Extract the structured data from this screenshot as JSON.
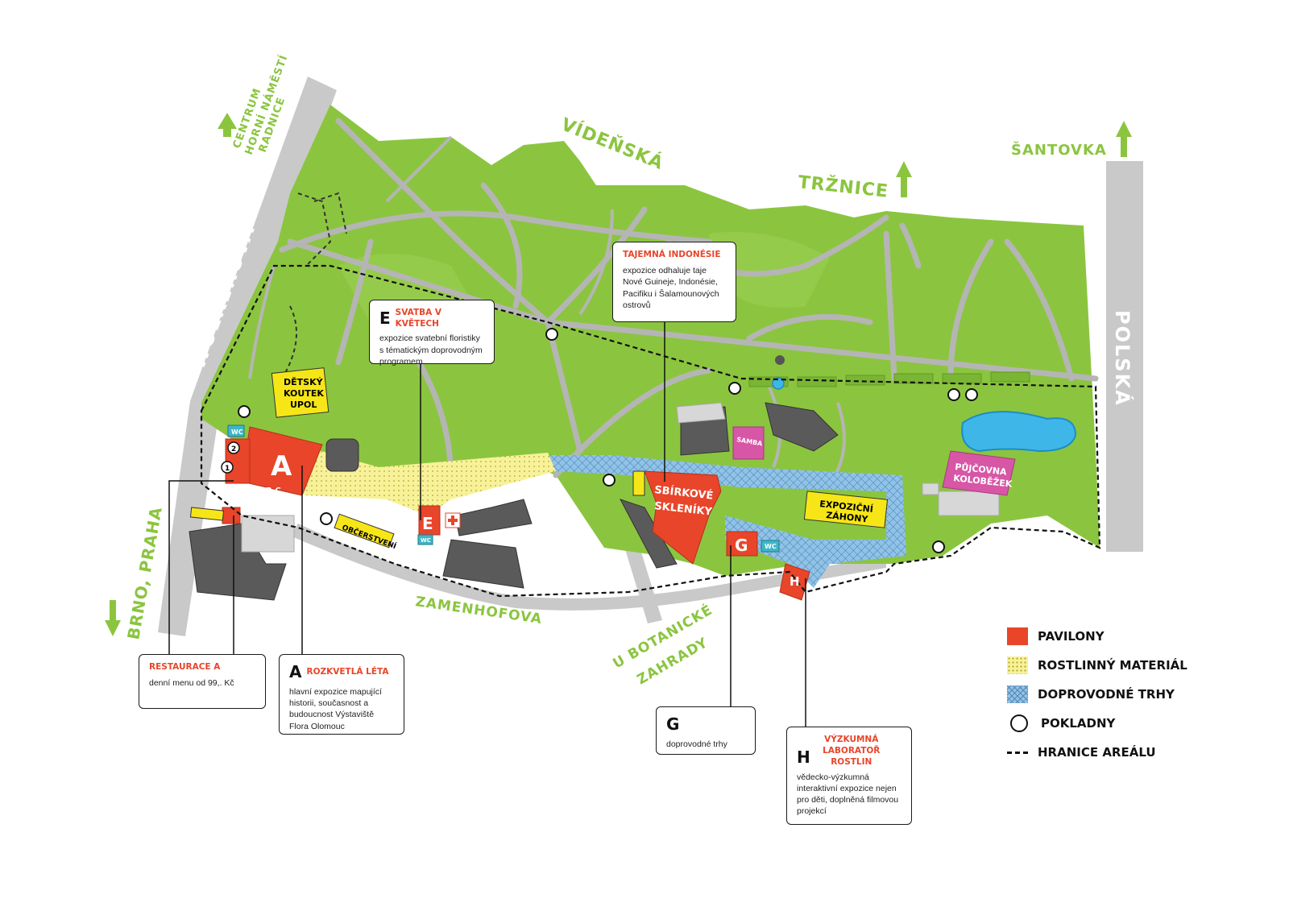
{
  "streets": {
    "wolkerova": "WOLKEROVA",
    "polska": "POLSKÁ",
    "videnska": "VÍDEŇSKÁ",
    "zamenhofova": "ZAMENHOFOVA",
    "u_botanicke_1": "U BOTANICKÉ",
    "u_botanicke_2": "ZAHRADY"
  },
  "directions": {
    "centrum_1": "CENTRUM",
    "centrum_2": "HORNÍ NÁMĚSTÍ",
    "centrum_3": "RADNICE",
    "trznice": "TRŽNICE",
    "santovka": "ŠANTOVKA",
    "brno": "BRNO, PRAHA"
  },
  "buildings": {
    "a_letter": "A",
    "bc": "B,C",
    "e_letter": "E",
    "g_letter": "G",
    "h_letter": "H",
    "skleniky_1": "SBÍRKOVÉ",
    "skleniky_2": "SKLENÍKY",
    "detsky_1": "DĚTSKÝ",
    "detsky_2": "KOUTEK",
    "detsky_3": "UPOL",
    "expozicni_1": "EXPOZIČNÍ",
    "expozicni_2": "ZÁHONY",
    "obcerstveni": "OBČERSTVENÍ",
    "samba": "SAMBA",
    "pujcovna_1": "PŮJČOVNA",
    "pujcovna_2": "KOLOBĚŽEK",
    "wc": "WC",
    "num1": "1",
    "num2": "2"
  },
  "callouts": {
    "restaurace": {
      "title": "RESTAURACE A",
      "text": "denní menu od 99,. Kč"
    },
    "a": {
      "letter": "A",
      "title": "ROZKVETLÁ LÉTA",
      "text": "hlavní expozice mapující historii, současnost a budoucnost Výstaviště Flora Olomouc"
    },
    "e": {
      "letter": "E",
      "title": "SVATBA V KVĚTECH",
      "text": "expozice svatební floristiky s tématickým doprovodným programem"
    },
    "indonesie": {
      "title": "TAJEMNÁ INDONÉSIE",
      "text": "expozice odhaluje taje Nové Guineje, Indonésie, Pacifiku i Šalamounových ostrovů"
    },
    "g": {
      "letter": "G",
      "text": "doprovodné trhy"
    },
    "h": {
      "letter": "H",
      "title": "VÝZKUMNÁ LABORATOŘ ROSTLIN",
      "text": "vědecko-výzkumná interaktivní expozice nejen pro děti, doplněná filmovou projekcí"
    }
  },
  "legend": [
    {
      "label": "PAVILONY",
      "color": "#e8452a"
    },
    {
      "label": "ROSTLINNÝ MATERIÁL",
      "color": "#f7f29a"
    },
    {
      "label": "DOPROVODNÉ TRHY",
      "color": "#8fc3e8"
    },
    {
      "label": "POKLADNY",
      "color": "#ffffff"
    },
    {
      "label": "HRANICE AREÁLU",
      "color": "#111111"
    }
  ],
  "colors": {
    "park": "#8bc53f",
    "road": "#c8c8c8",
    "pavilion": "#e8452a",
    "label_green": "#8bc53f"
  }
}
